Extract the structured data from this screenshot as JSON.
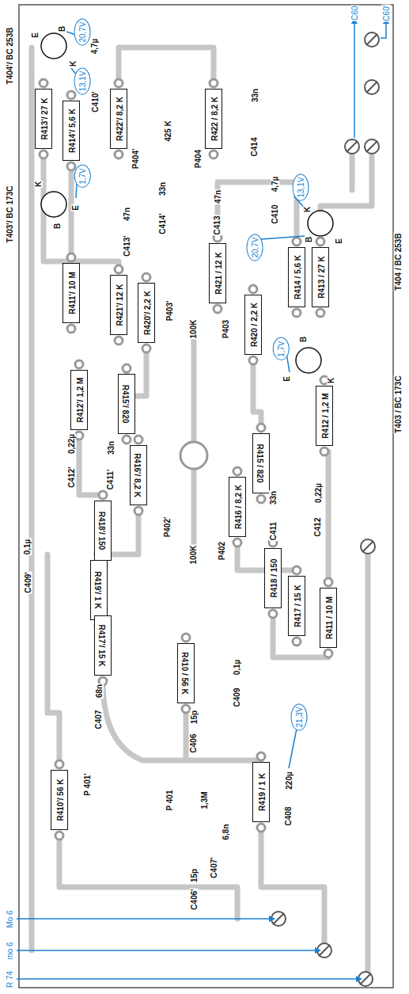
{
  "diagram": {
    "nodes": [
      {
        "text": [
          "R413'/ 27 K"
        ]
      },
      {
        "text": [
          "R414'/ 5,6 K"
        ]
      },
      {
        "text": [
          "R422'/ 8,2 K"
        ]
      },
      {
        "text": [
          "R422 / 8,2 K"
        ]
      },
      {
        "text": [
          "R421 / 12 K"
        ]
      },
      {
        "text": [
          "R414 / 5,6 K"
        ]
      },
      {
        "text": [
          "R413 / 27 K"
        ]
      },
      {
        "text": [
          "R411'/ 10 M"
        ]
      },
      {
        "text": [
          "R421'/ 12 K"
        ]
      },
      {
        "text": [
          "R420'/ 2,2 K"
        ]
      },
      {
        "text": [
          "R420 / 2,2 K"
        ]
      },
      {
        "text": [
          "R412'/ 1,2 M"
        ]
      },
      {
        "text": [
          "R415'/ 820"
        ]
      },
      {
        "text": [
          "R412 / 1,2 M"
        ]
      },
      {
        "text": [
          "R416'/ 8,2 K"
        ]
      },
      {
        "text": [
          "R415 / 820"
        ]
      },
      {
        "text": [
          "R416 / 8,2 K"
        ]
      },
      {
        "text": [
          "R418'/ 150"
        ]
      },
      {
        "text": [
          "R419'/ 1 K"
        ]
      },
      {
        "text": [
          "R418 / 150"
        ]
      },
      {
        "text": [
          "R417 / 15 K"
        ]
      },
      {
        "text": [
          "R411 / 10 M"
        ]
      },
      {
        "text": [
          "R417'/ 15 K"
        ]
      },
      {
        "text": [
          "R410 / 56 K"
        ]
      },
      {
        "text": [
          "R410'/ 56 K"
        ]
      },
      {
        "text": [
          "R419 / 1 K"
        ]
      }
    ],
    "labels": [
      "T404'/ BC 253B",
      "B",
      "E",
      "K",
      "20,7V",
      "13,1V",
      "4,7µ",
      "C410'",
      "T403'/ BC 173C",
      "K",
      "B",
      "E",
      "1,7V",
      "P404'",
      "425 K",
      "P404",
      "33n",
      "C414",
      "4,7µ",
      "C410",
      "13,1V",
      "K",
      "B",
      "E",
      "T404 / BC 253B",
      "20,7V",
      "33n",
      "C414'",
      "47n",
      "C413'",
      "47n",
      "C413",
      "P403'",
      "100K",
      "P403",
      "1,7V",
      "E",
      "B",
      "K",
      "T403 / BC 173C",
      "0,22µ",
      "C412'",
      "33n",
      "C411'",
      "33n",
      "C411",
      "0,22µ",
      "C412",
      "100K",
      "P402'",
      "P402",
      "0,1µ",
      "C409'",
      "68n",
      "C407",
      "15p",
      "C406",
      "0,1µ",
      "C409",
      "21,3V",
      "220µ",
      "C408",
      "P 401'",
      "P 401",
      "1,3M",
      "6,8n",
      "C407'",
      "15p",
      "C406'",
      "Mo 6",
      "mo 6",
      "R 74",
      "C60",
      "C60'"
    ]
  }
}
